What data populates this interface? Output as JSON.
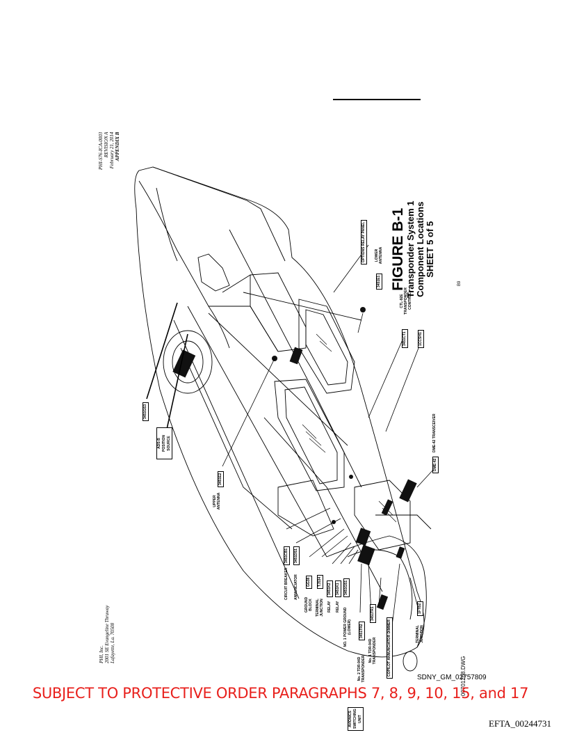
{
  "header": {
    "doc_number": "PHI-S76-ICA-0003",
    "revision": "REVISION A",
    "date": "February 21, 2014",
    "appendix": "APPENDIX B"
  },
  "company": {
    "name": "PHI, Inc.",
    "street": "2001 SE Evangeline Thruway",
    "city": "Lafayette, La. 70508"
  },
  "figure": {
    "number": "FIGURE B-1",
    "line1": "Transponder System 1",
    "line2": "Component Locations",
    "line3": "SHEET 5 of 5",
    "page": "B9",
    "drawing_file": "00701208.DWG"
  },
  "callouts": [
    {
      "ref": "3451GS3",
      "desc": ""
    },
    {
      "ref": "",
      "desc": "ADS-B POSITION SOURCE"
    },
    {
      "ref": "3451E2",
      "desc": "UPPER ANTENNA"
    },
    {
      "ref": "",
      "desc": "OPTIONS RELAY PANEL"
    },
    {
      "ref": "3451E1",
      "desc": "LOWER ANTENNA"
    },
    {
      "ref": "3451CT1",
      "desc": "CTL-92E TRANSPONDER CONTROL"
    },
    {
      "ref": "1CCSH1",
      "desc": ""
    },
    {
      "ref": "DME-42",
      "desc": "DME-42 TRANSCEIVER"
    },
    {
      "ref": "3451CB1",
      "desc": "CIRCUIT BREAKER"
    },
    {
      "ref": "3451DS1",
      "desc": "ANNUNCIATOR"
    },
    {
      "ref": "GG38",
      "desc": "GROUND BLOCK"
    },
    {
      "ref": "TJ534",
      "desc": "TERMINAL JUNCTION"
    },
    {
      "ref": "3451K2",
      "desc": "RELAY"
    },
    {
      "ref": "3451K1",
      "desc": "RELAY"
    },
    {
      "ref": "3451GS1",
      "desc": "NO. 1 POWER GROUND (LOWER)"
    },
    {
      "ref": "3451TR2",
      "desc": "No. 2 TDR-94D TRANSPONDER"
    },
    {
      "ref": "",
      "desc": "AVIONICS SWITCHING UNIT"
    },
    {
      "ref": "3451TR1",
      "desc": "No. 1 TDR-94D TRANSPONDER"
    },
    {
      "ref": "",
      "desc": "COPILOT ANNUNCIATOR DIMMER"
    },
    {
      "ref": "1FTB2",
      "desc": "TERMINAL JUNCTION"
    }
  ],
  "footer": {
    "bates": "SDNY_GM_02757809",
    "protective": "SUBJECT TO PROTECTIVE ORDER PARAGRAPHS 7, 8, 9, 10, 15, and 17",
    "efta": "EFTA_00244731",
    "protective_color": "#e8201c"
  }
}
